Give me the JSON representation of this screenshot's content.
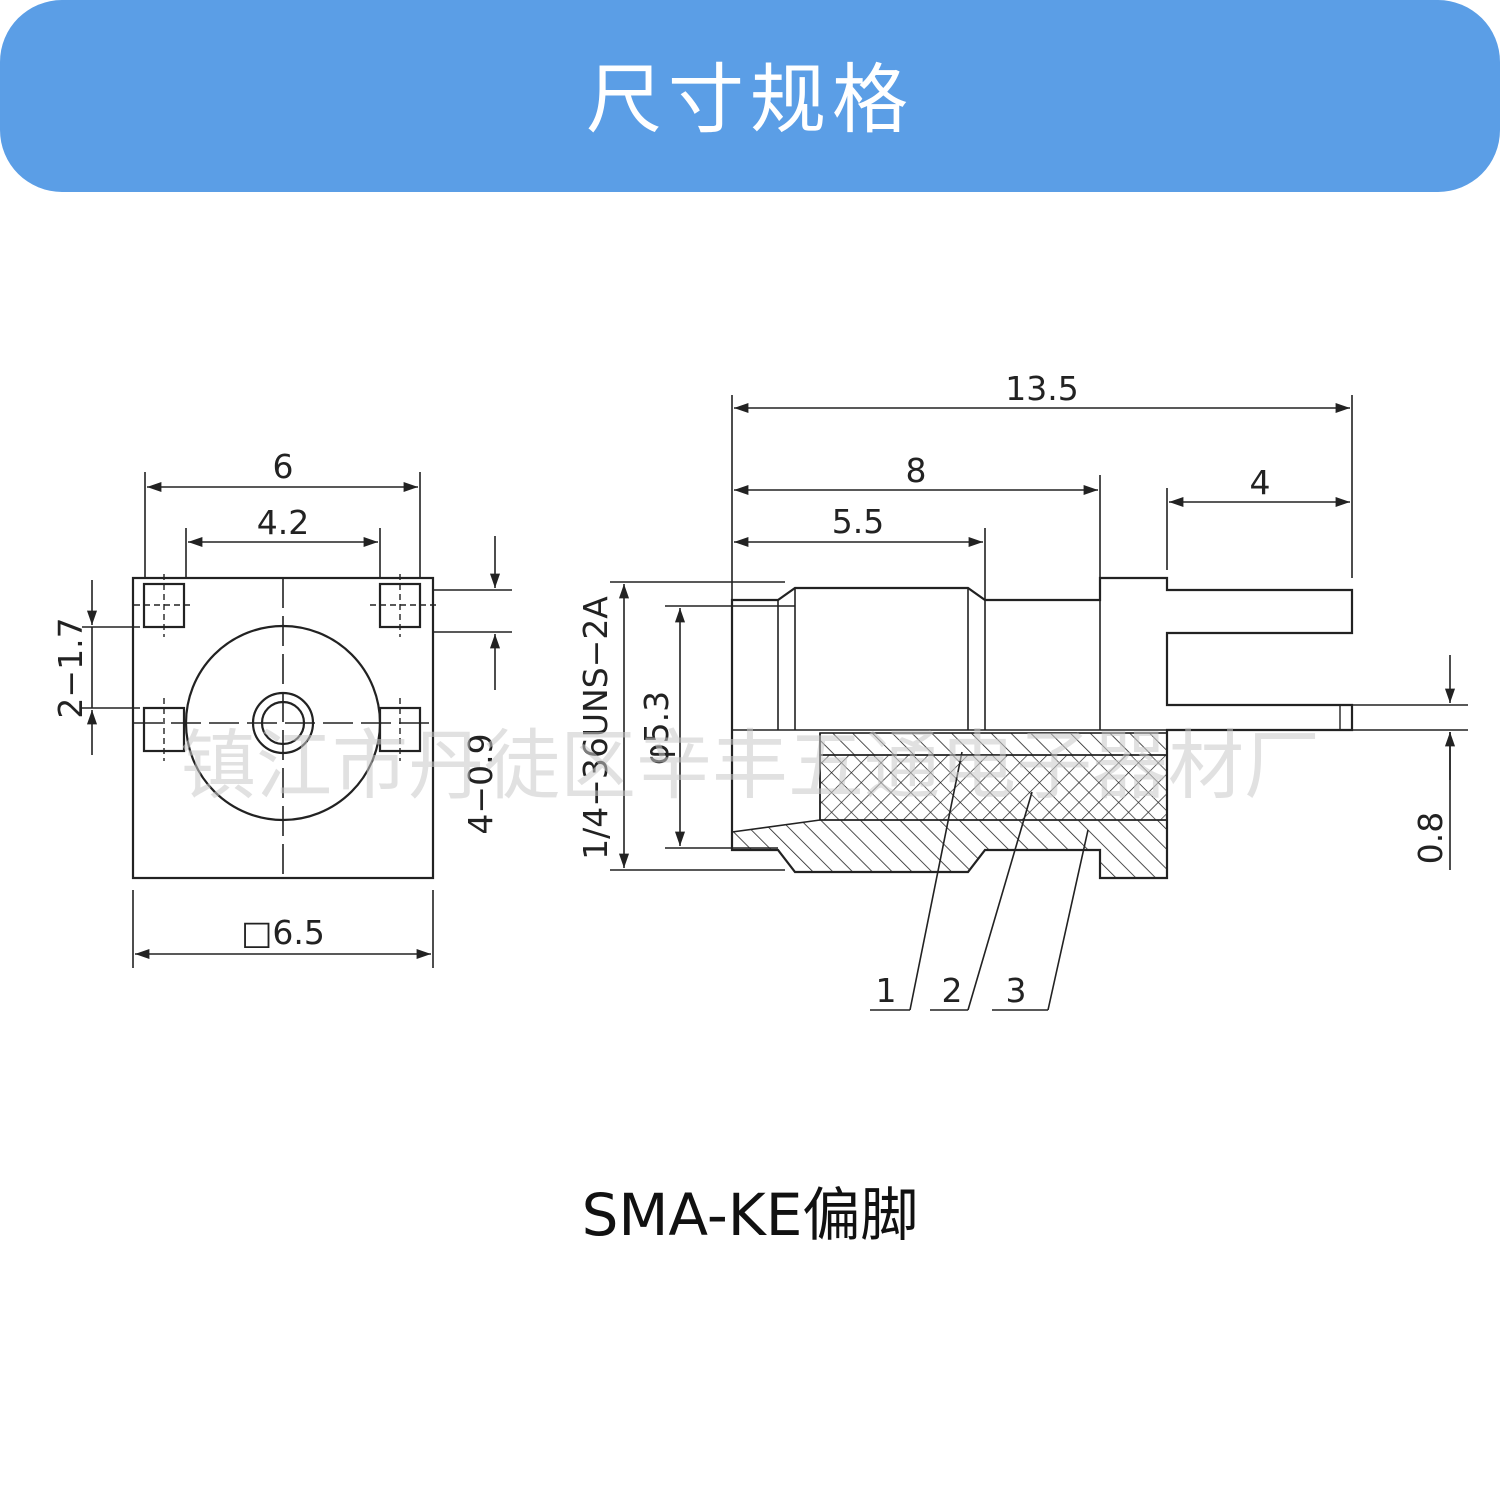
{
  "header": {
    "title": "尺寸规格"
  },
  "caption": "SMA-KE偏脚",
  "watermark": "镇江市丹徒区辛丰五通电子器材厂",
  "colors": {
    "banner": "#5b9ee6",
    "line": "#222222",
    "watermark": "#c9c9c9"
  },
  "front_view": {
    "dims": {
      "width_outer": "6",
      "width_inner": "4.2",
      "square": "□6.5",
      "holes_left": "2−1.7",
      "holes_right": "4−0.9"
    }
  },
  "side_view": {
    "dims": {
      "total_length": "13.5",
      "length_8": "8",
      "length_5_5": "5.5",
      "pin_length": "4",
      "thread": "1/4−36UNS−2A",
      "diameter": "φ5.3",
      "pin_diameter": "0.8"
    },
    "callouts": [
      "1",
      "2",
      "3"
    ]
  }
}
